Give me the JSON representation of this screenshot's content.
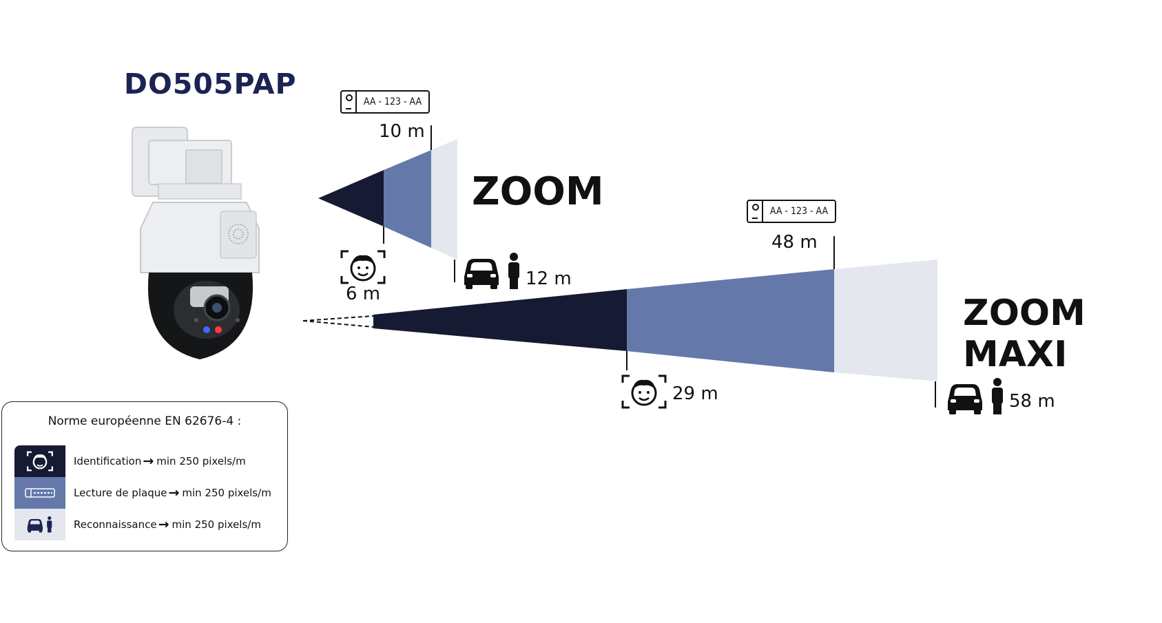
{
  "model": "DO505PAP",
  "zoom": {
    "label": "ZOOM",
    "plate_text": "AA - 123 - AA",
    "plate_distance": "10 m",
    "identification_distance": "6 m",
    "recognition_distance": "12 m"
  },
  "zoom_maxi": {
    "label": "ZOOM MAXI",
    "plate_text": "AA - 123 - AA",
    "plate_distance": "48 m",
    "identification_distance": "29 m",
    "recognition_distance": "58 m"
  },
  "legend": {
    "title": "Norme européenne EN 62676-4 :",
    "rows": [
      {
        "label": "Identification",
        "value": "min 250 pixels/m",
        "icon": "face-icon"
      },
      {
        "label": "Lecture de plaque",
        "value": "min 250 pixels/m",
        "icon": "license-plate-icon"
      },
      {
        "label": "Reconnaissance",
        "value": "min 250 pixels/m",
        "icon": "car-person-icon"
      }
    ]
  },
  "colors": {
    "identification": "#161a33",
    "plate_reading": "#6478aa",
    "recognition": "#e4e8ee",
    "title": "#1c2355"
  }
}
